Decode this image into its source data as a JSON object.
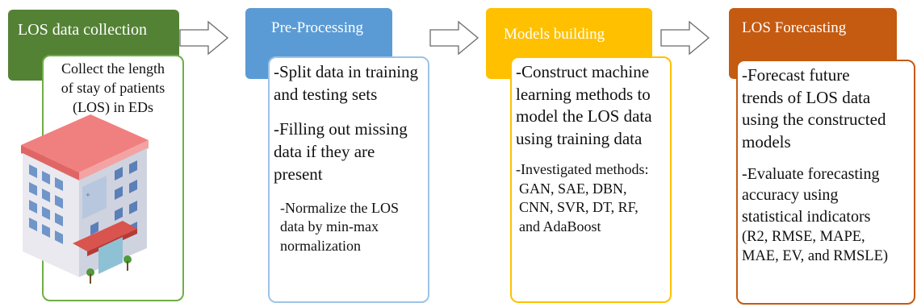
{
  "stages": [
    {
      "header": "LOS data collection",
      "color": "#548235",
      "border": "#70ad47",
      "text": [
        "Collect the length",
        "of stay of patients",
        "(LOS) in EDs"
      ]
    },
    {
      "header": "Pre-Processing",
      "color": "#5b9bd5",
      "border": "#9dc3e6",
      "p1": [
        "-Split data in training",
        "and testing sets"
      ],
      "p2": [
        "-Filling out missing",
        "data if they are",
        "present"
      ],
      "p3": [
        "-Normalize the LOS",
        "data by min-max",
        "normalization"
      ]
    },
    {
      "header": "Models building",
      "color": "#ffc000",
      "border": "#ffc000",
      "p1": [
        "-Construct machine",
        "learning methods to",
        "model the LOS data",
        "using training data"
      ],
      "p2": [
        "-Investigated methods:",
        "GAN, SAE, DBN,",
        "CNN, SVR, DT, RF,",
        "and AdaBoost"
      ]
    },
    {
      "header": "LOS Forecasting",
      "color": "#c55a11",
      "border": "#c55a11",
      "p1": [
        "-Forecast future",
        "trends of LOS data",
        "using the constructed",
        "models"
      ],
      "p2": [
        "-Evaluate forecasting",
        "accuracy using",
        "statistical indicators",
        "(R2, RMSE, MAPE,",
        "MAE, EV, and RMSLE)"
      ]
    }
  ],
  "arrows": [
    "right-arrow-icon",
    "right-arrow-icon",
    "right-arrow-icon"
  ],
  "illustration": "hospital-building-icon"
}
